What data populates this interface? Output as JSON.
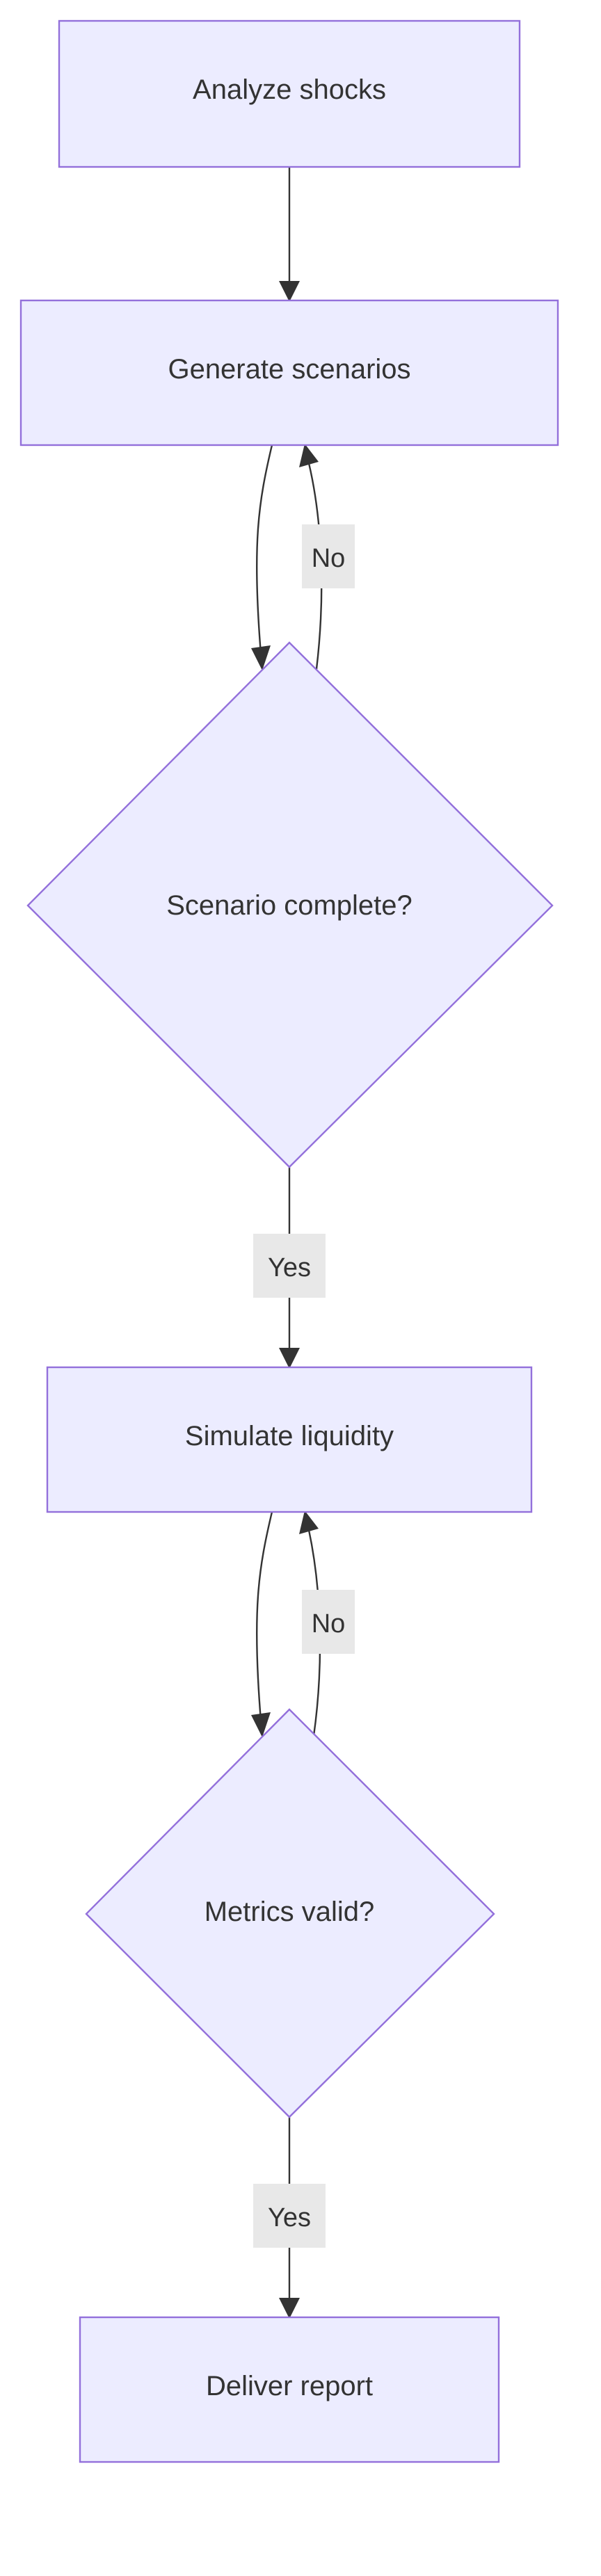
{
  "nodes": {
    "analyze": "Analyze shocks",
    "generate": "Generate scenarios",
    "scenario_check": "Scenario complete?",
    "simulate": "Simulate liquidity",
    "metrics_check": "Metrics valid?",
    "deliver": "Deliver report"
  },
  "edges": {
    "scenario_no": "No",
    "scenario_yes": "Yes",
    "metrics_no": "No",
    "metrics_yes": "Yes"
  },
  "colors": {
    "node_fill": "#ececff",
    "node_stroke": "#9370db",
    "edge": "#333333",
    "label_bg": "#e8e8e8"
  }
}
